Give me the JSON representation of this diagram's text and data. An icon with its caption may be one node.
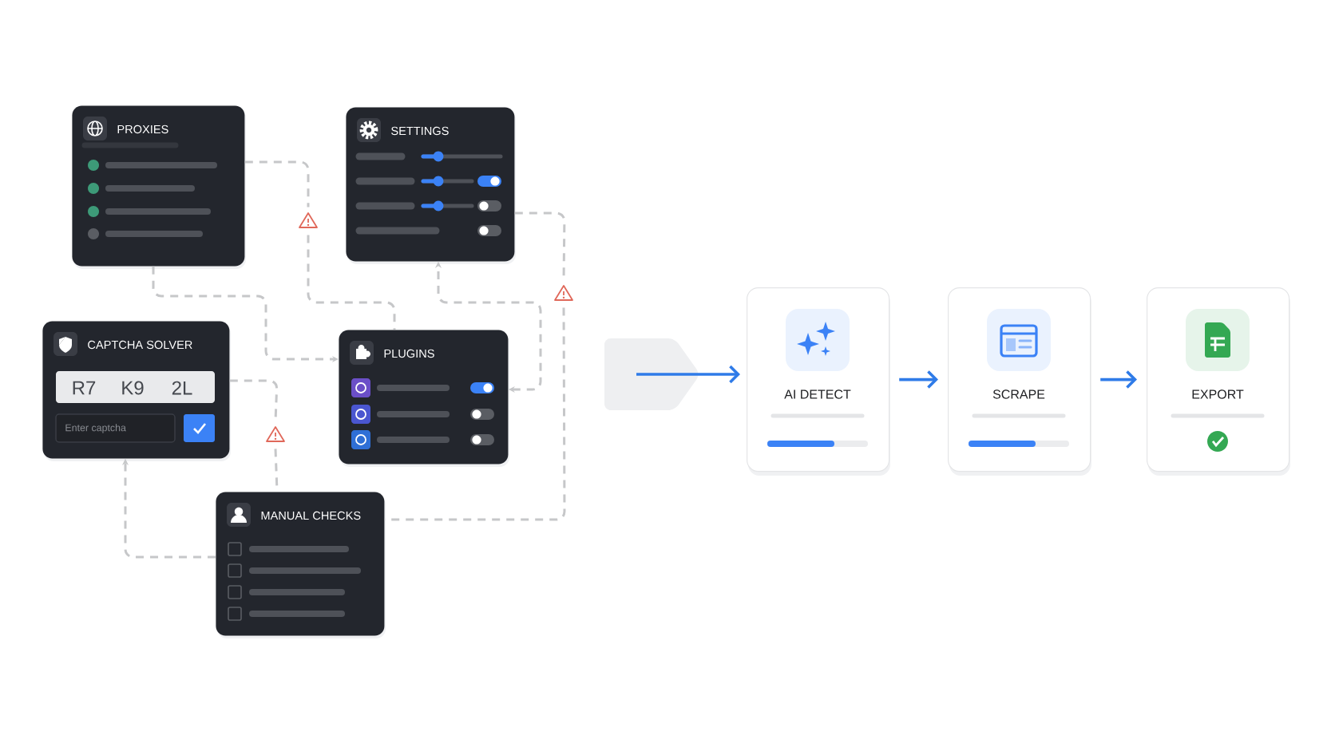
{
  "diagram": {
    "nodes": [
      {
        "text": [
          "PROXIES"
        ]
      },
      {
        "text": [
          "SETTINGS"
        ]
      },
      {
        "text": [
          "CAPTCHA SOLVER",
          "R7",
          "K9",
          "2L",
          "Enter captcha"
        ]
      },
      {
        "text": [
          "PLUGINS"
        ]
      },
      {
        "text": [
          "MANUAL CHECKS"
        ]
      },
      {
        "text": [
          "AI DETECT"
        ]
      },
      {
        "text": [
          "SCRAPE"
        ]
      },
      {
        "text": [
          "EXPORT"
        ]
      },
      {
        "text": [],
        "shape": "triangle"
      },
      {
        "text": [],
        "shape": "triangle"
      },
      {
        "text": [],
        "shape": "triangle"
      }
    ],
    "edges": [
      {
        "from": 0,
        "to": 8,
        "arrow": "none",
        "style": "dashed"
      },
      {
        "from": 8,
        "to": 3,
        "arrow": "none",
        "style": "dashed"
      },
      {
        "from": 0,
        "to": 3,
        "arrow": "to",
        "style": "dashed"
      },
      {
        "from": 1,
        "to": 9,
        "arrow": "none",
        "style": "dashed"
      },
      {
        "from": 9,
        "to": 4,
        "arrow": "none",
        "style": "dashed"
      },
      {
        "from": 3,
        "to": 1,
        "arrow": "both",
        "style": "dashed"
      },
      {
        "from": 2,
        "to": 10,
        "arrow": "none",
        "style": "dashed"
      },
      {
        "from": 10,
        "to": 4,
        "arrow": "none",
        "style": "dashed"
      },
      {
        "from": 4,
        "to": 2,
        "arrow": "to",
        "style": "dashed"
      },
      {
        "from": null,
        "to": 5,
        "arrow": "to",
        "color": "#2f7be8"
      },
      {
        "from": 5,
        "to": 6,
        "arrow": "to",
        "color": "#2f7be8"
      },
      {
        "from": 6,
        "to": 7,
        "arrow": "to",
        "color": "#2f7be8"
      }
    ]
  }
}
